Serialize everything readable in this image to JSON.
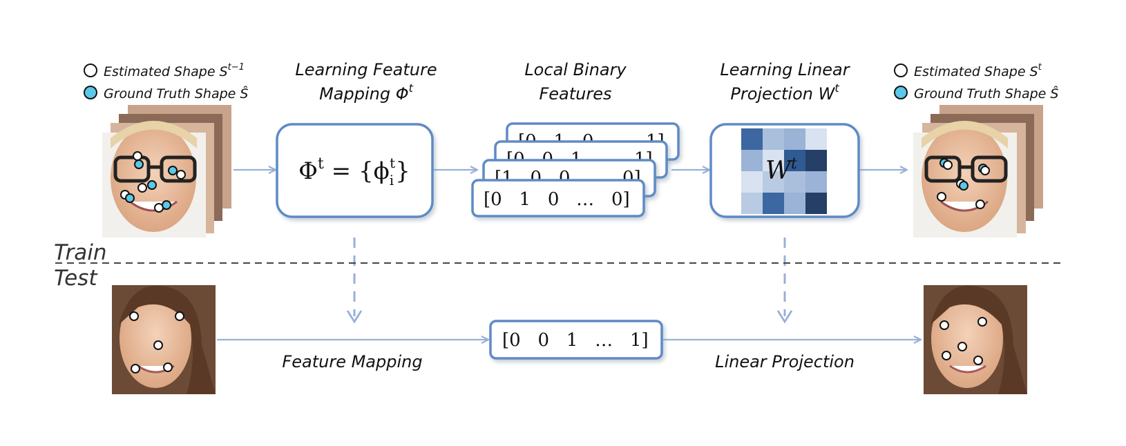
{
  "legend_left": {
    "estimated": "Estimated Shape S",
    "estimated_sup": "t−1",
    "ground_truth": "Ground Truth Shape Ŝ"
  },
  "legend_right": {
    "estimated": "Estimated Shape S",
    "estimated_sup": "t",
    "ground_truth": "Ground Truth Shape Ŝ"
  },
  "headers": {
    "feature_mapping_line1": "Learning Feature",
    "feature_mapping_line2": "Mapping Φ",
    "feature_mapping_sup": "t",
    "lbf_line1": "Local Binary",
    "lbf_line2": "Features",
    "projection_line1": "Learning Linear",
    "projection_line2": "Projection W",
    "projection_sup": "t"
  },
  "phi_box": {
    "main": "Φ",
    "sup": "t",
    "eq": " = {ϕ",
    "sub": "i",
    "sub_sup": "t",
    "close": "}"
  },
  "feature_vectors": [
    "[0   1   0   …   1]",
    "[0   0   1   …   1]",
    "[1   0   0   …   0]",
    "[0   1   0   …   0]"
  ],
  "w_box": {
    "label": "W",
    "sup": "t",
    "matrix_colors": [
      [
        "#3c67a0",
        "#a9bfdc",
        "#9ab3d6",
        "#d8e2f0"
      ],
      [
        "#9ab3d6",
        "#d8e2f0",
        "#2f5b92",
        "#263f66"
      ],
      [
        "#d8e2f0",
        "#b9cbe3",
        "#a9bfdc",
        "#9ab3d6"
      ],
      [
        "#b9cbe3",
        "#3c67a0",
        "#9ab3d6",
        "#263f66"
      ]
    ]
  },
  "sections": {
    "train": "Train",
    "test": "Test"
  },
  "test_row": {
    "feature_mapping": "Feature Mapping",
    "vector": "[0   0   1   …   1]",
    "linear_projection": "Linear Projection"
  },
  "colors": {
    "box_stroke": "#5f8ac6",
    "arrow": "#97b0d6",
    "landmark_gt": "#5bc8ea",
    "divider": "#444444"
  }
}
